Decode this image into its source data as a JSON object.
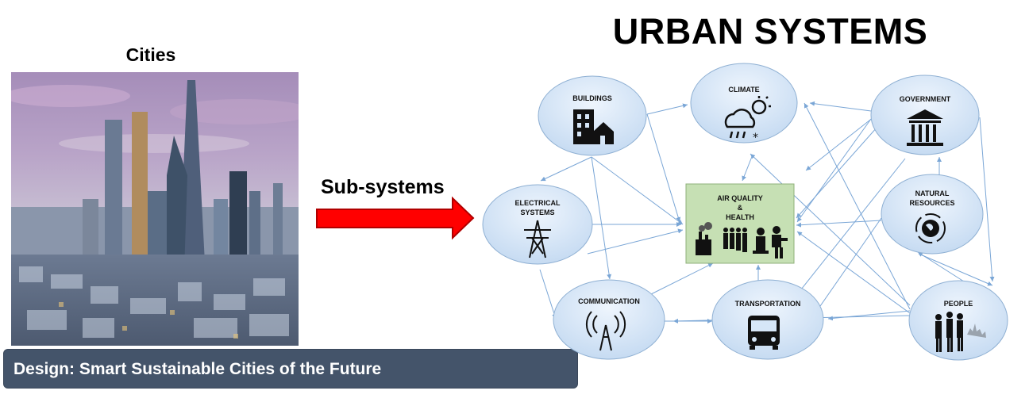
{
  "left_panel": {
    "title": "Cities",
    "caption": "Design: Smart Sustainable Cities of the Future"
  },
  "arrow": {
    "label": "Sub-systems",
    "color": "#ff0000"
  },
  "diagram": {
    "title": "URBAN SYSTEMS",
    "colors": {
      "node_fill": "#d6e6f7",
      "node_stroke": "#8fb0d3",
      "edge": "#7aa6d6",
      "center_fill": "#c6e0b4"
    },
    "nodes": {
      "buildings": {
        "label": "BUILDINGS",
        "icon": "buildings-icon"
      },
      "climate": {
        "label": "CLIMATE",
        "icon": "weather-icon"
      },
      "government": {
        "label": "GOVERNMENT",
        "icon": "government-building-icon"
      },
      "electrical": {
        "label_1": "ELECTRICAL",
        "label_2": "SYSTEMS",
        "icon": "power-pylon-icon"
      },
      "natural": {
        "label_1": "NATURAL",
        "label_2": "RESOURCES",
        "icon": "globe-recycle-icon"
      },
      "communication": {
        "label": "COMMUNICATION",
        "icon": "antenna-icon"
      },
      "transportation": {
        "label": "TRANSPORTATION",
        "icon": "bus-icon"
      },
      "people": {
        "label": "PEOPLE",
        "icon": "people-icon"
      }
    },
    "center": {
      "label_1": "AIR QUALITY",
      "label_2": "&",
      "label_3": "HEALTH",
      "icon": "pollution-health-icon"
    }
  }
}
